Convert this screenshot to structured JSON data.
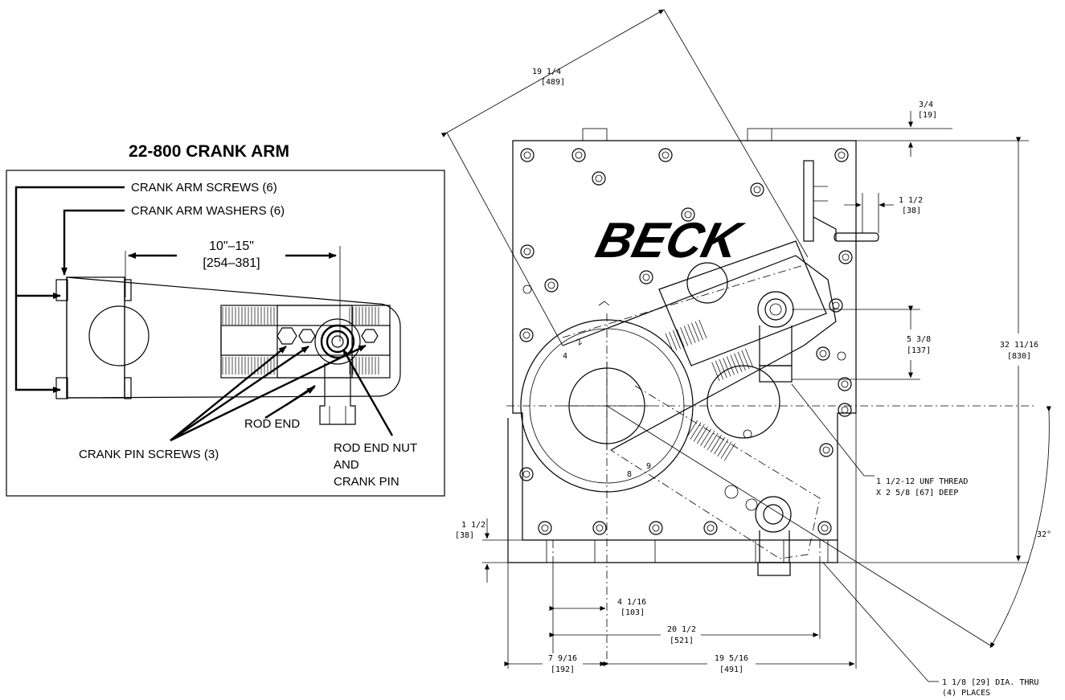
{
  "crank_arm": {
    "title": "22-800 CRANK ARM",
    "labels": {
      "screws": "CRANK ARM SCREWS (6)",
      "washers": "CRANK ARM WASHERS (6)",
      "length_in": "10\"–15\"",
      "length_mm": "[254–381]",
      "rod_end": "ROD END",
      "pin_screws": "CRANK PIN SCREWS (3)",
      "nut_line1": "ROD END NUT",
      "nut_line2": "AND",
      "nut_line3": "CRANK PIN"
    }
  },
  "actuator": {
    "brand": "BECK",
    "scale_numbers": [
      "4",
      "2",
      "8",
      "9"
    ],
    "dimensions": {
      "diag_in": "19 1/4",
      "diag_mm": "[489]",
      "top_in": "3/4",
      "top_mm": "[19]",
      "handwheel_in": "1 1/2",
      "handwheel_mm": "[38]",
      "height_in": "32 11/16",
      "height_mm": "[830]",
      "pin_in": "5 3/8",
      "pin_mm": "[137]",
      "base_in": "1 1/2",
      "base_mm": "[38]",
      "center_in": "4 1/16",
      "center_mm": "[103]",
      "holes_in": "20 1/2",
      "holes_mm": "[521]",
      "left_in": "7 9/16",
      "left_mm": "[192]",
      "right_in": "19 5/16",
      "right_mm": "[491]",
      "angle": "32°"
    },
    "notes": {
      "thread1": "1 1/2-12 UNF THREAD",
      "thread2": "X 2 5/8 [67] DEEP",
      "holes1": "1 1/8 [29] DIA. THRU",
      "holes2": "(4) PLACES"
    }
  }
}
